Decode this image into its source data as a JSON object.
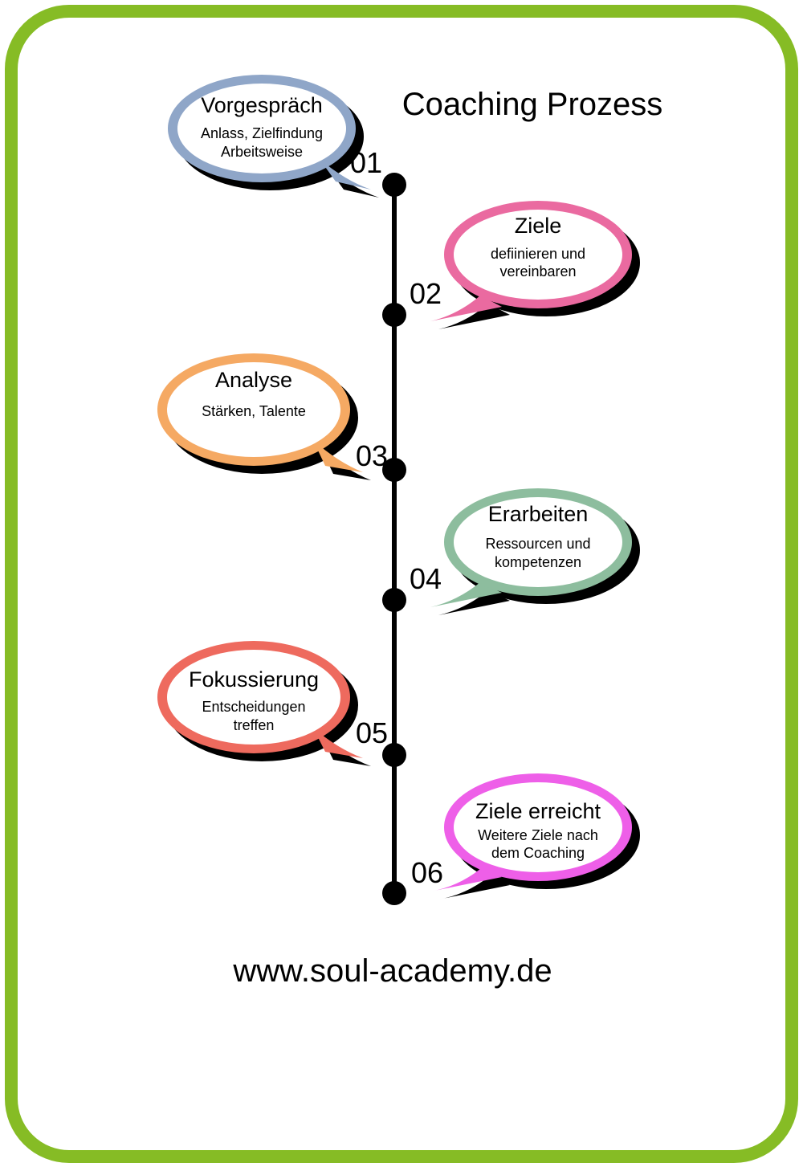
{
  "title": "Coaching Prozess",
  "website": "www.soul-academy.de",
  "colors": {
    "frame": "#86bc25",
    "timeline": "#000000",
    "shadow": "#000000"
  },
  "steps": [
    {
      "number": "01",
      "title": "Vorgespräch",
      "lines": [
        "Anlass, Zielfindung",
        "Arbeitsweise"
      ],
      "color": "#8fa6c8"
    },
    {
      "number": "02",
      "title": "Ziele",
      "lines": [
        "defiinieren und",
        "vereinbaren"
      ],
      "color": "#ea6aa0"
    },
    {
      "number": "03",
      "title": "Analyse",
      "lines": [
        "Stärken, Talente"
      ],
      "color": "#f5a963"
    },
    {
      "number": "04",
      "title": "Erarbeiten",
      "lines": [
        "Ressourcen und",
        "kompetenzen"
      ],
      "color": "#8dbd9e"
    },
    {
      "number": "05",
      "title": "Fokussierung",
      "lines": [
        "Entscheidungen",
        "treffen"
      ],
      "color": "#ee6a5e"
    },
    {
      "number": "06",
      "title": "Ziele erreicht",
      "lines": [
        "Weitere Ziele nach",
        "dem Coaching"
      ],
      "color": "#ee5fe8"
    }
  ]
}
